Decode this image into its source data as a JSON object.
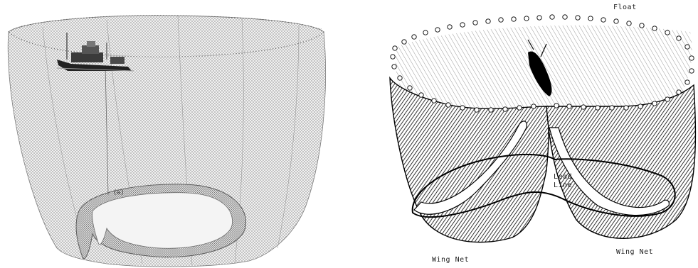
{
  "left_figure": {
    "marker_label": "(a)"
  },
  "right_figure": {
    "labels": {
      "float": "Float",
      "lead_line": "Lead\nLine",
      "wing_net_left": "Wing Net",
      "wing_net_right": "Wing Net"
    }
  }
}
